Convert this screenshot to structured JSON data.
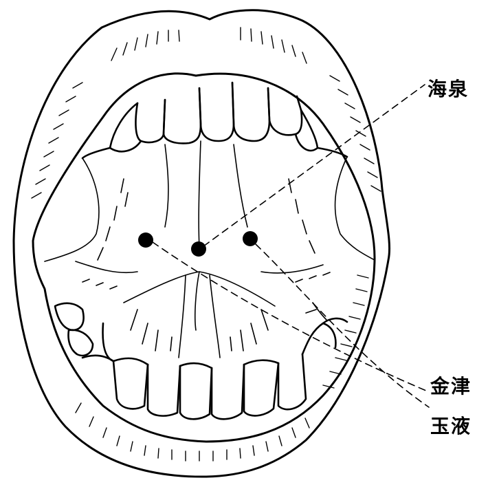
{
  "labels": {
    "haiquan": "海泉",
    "jinjin": "金津",
    "yuye": "玉液"
  },
  "colors": {
    "ink": "#000000",
    "background": "#ffffff"
  }
}
